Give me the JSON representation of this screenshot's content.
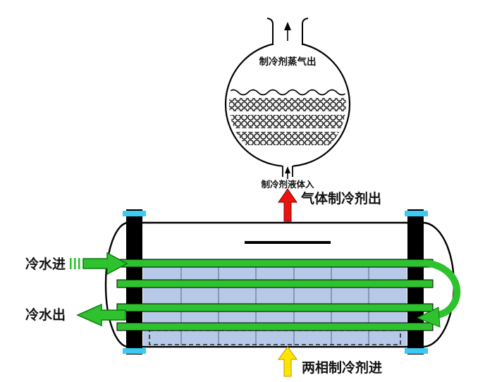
{
  "drum": {
    "vapor_out_label": "制冷剂蒸气出",
    "liquid_in_label": "制冷剂液体入"
  },
  "exchanger": {
    "gas_out_label": "气体制冷剂出",
    "water_in_label": "冷水进",
    "water_out_label": "冷水出",
    "two_phase_in_label": "两相制冷剂进"
  },
  "colors": {
    "outline": "#000000",
    "tube_green": "#2ec22e",
    "tube_green_dark": "#0c7a0c",
    "liquid_blue": "#b6c9e8",
    "flange_cyan": "#3cc9f2",
    "arrow_red": "#e81410",
    "arrow_yellow": "#ffe400",
    "background": "#ffffff"
  }
}
